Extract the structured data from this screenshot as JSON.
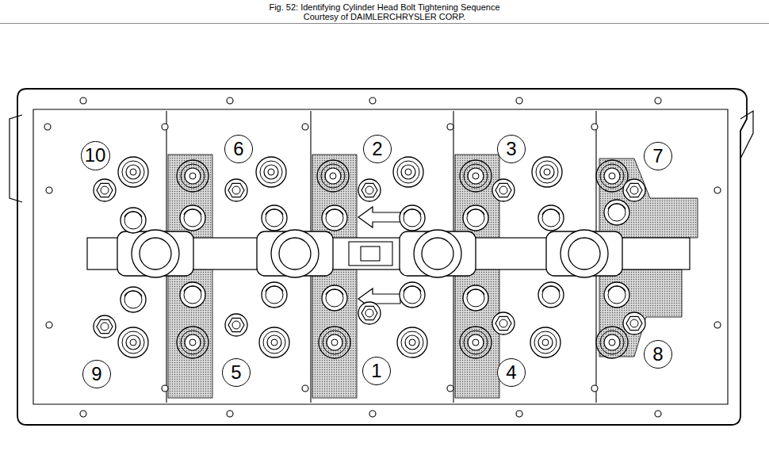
{
  "diagram": {
    "title": "Fig. 52: Identifying Cylinder Head Bolt Tightening Sequence",
    "nodes": [
      {
        "text": [
          "10"
        ]
      },
      {
        "text": [
          "6"
        ]
      },
      {
        "text": [
          "2"
        ]
      },
      {
        "text": [
          "3"
        ]
      },
      {
        "text": [
          "7"
        ]
      },
      {
        "text": [
          "9"
        ]
      },
      {
        "text": [
          "5"
        ]
      },
      {
        "text": [
          "1"
        ]
      },
      {
        "text": [
          "4"
        ]
      },
      {
        "text": [
          "8"
        ]
      }
    ],
    "labels": [
      "Courtesy of DAIMLERCHRYSLER CORP."
    ]
  }
}
